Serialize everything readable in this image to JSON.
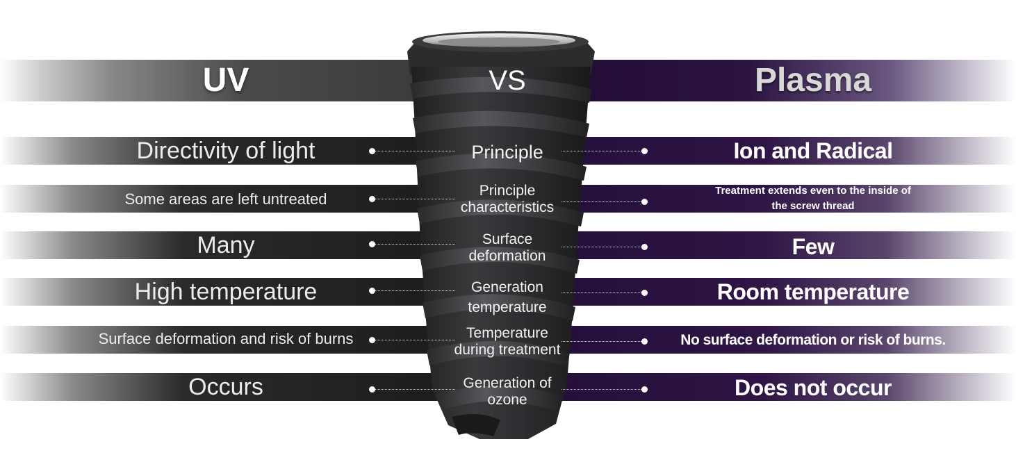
{
  "header": {
    "left": "UV",
    "center": "VS",
    "right": "Plasma"
  },
  "rows": [
    {
      "left": "Directivity of light",
      "center": "Principle",
      "right": "Ion and Radical"
    },
    {
      "left": "Some areas are left untreated",
      "center": "Principle characteristics",
      "right": "Treatment extends even to the inside of the screw thread"
    },
    {
      "left": "Many",
      "center": "Surface deformation",
      "right": "Few"
    },
    {
      "left": "High temperature",
      "center": "Generation temperature",
      "right": "Room temperature"
    },
    {
      "left": "Surface deformation and risk of burns",
      "center": "Temperature during treatment",
      "right": "No surface deformation or risk of burns."
    },
    {
      "left": "Occurs",
      "center": "Generation of ozone",
      "right": "Does not occur"
    }
  ],
  "colors": {
    "uv_band": "#1c1c1c",
    "plasma_band": "#2e1545",
    "implant": "#2b2b2d"
  },
  "icons": {
    "implant": "dental-implant-screw-image"
  }
}
